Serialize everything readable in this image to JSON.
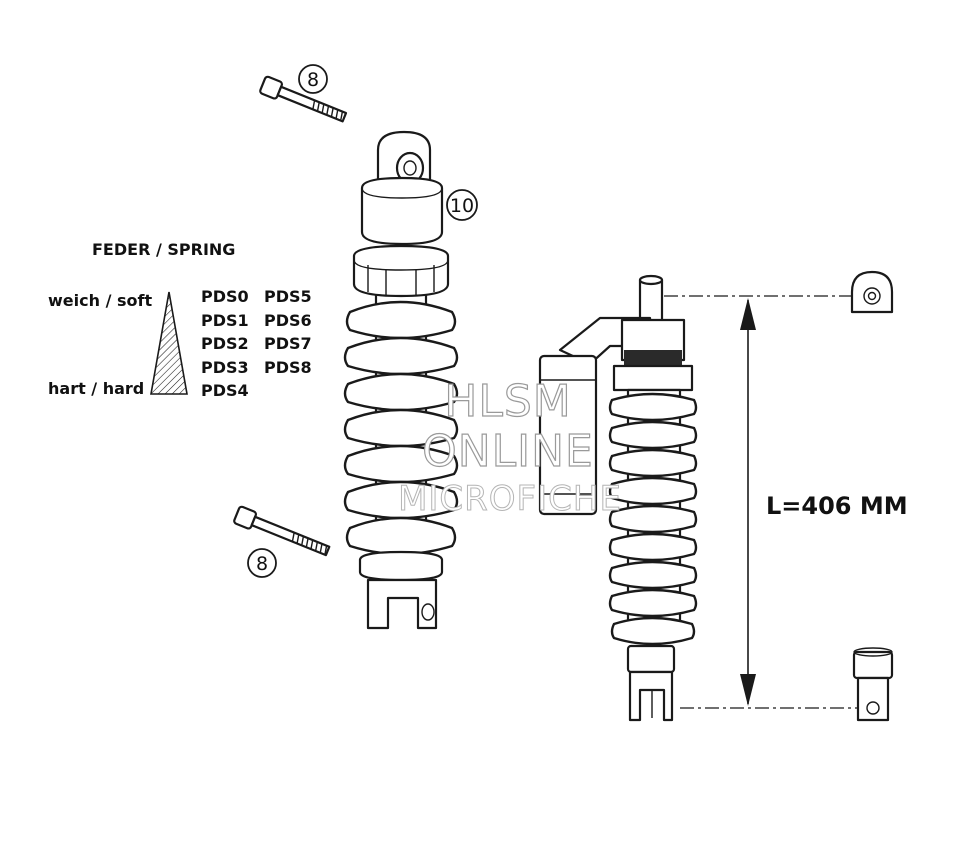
{
  "labels": {
    "spring_heading": "FEDER / SPRING",
    "soft": "weich / soft",
    "hard": "hart / hard",
    "pds_col1": [
      "PDS0",
      "PDS1",
      "PDS2",
      "PDS3",
      "PDS4"
    ],
    "pds_col2": [
      "PDS5",
      "PDS6",
      "PDS7",
      "PDS8"
    ],
    "callout_bolt": "8",
    "callout_shock": "10",
    "length": "L=406 MM"
  },
  "watermark": {
    "line1": "HLSM",
    "line2": "ONLINE",
    "line3": "MICROFICHE"
  }
}
